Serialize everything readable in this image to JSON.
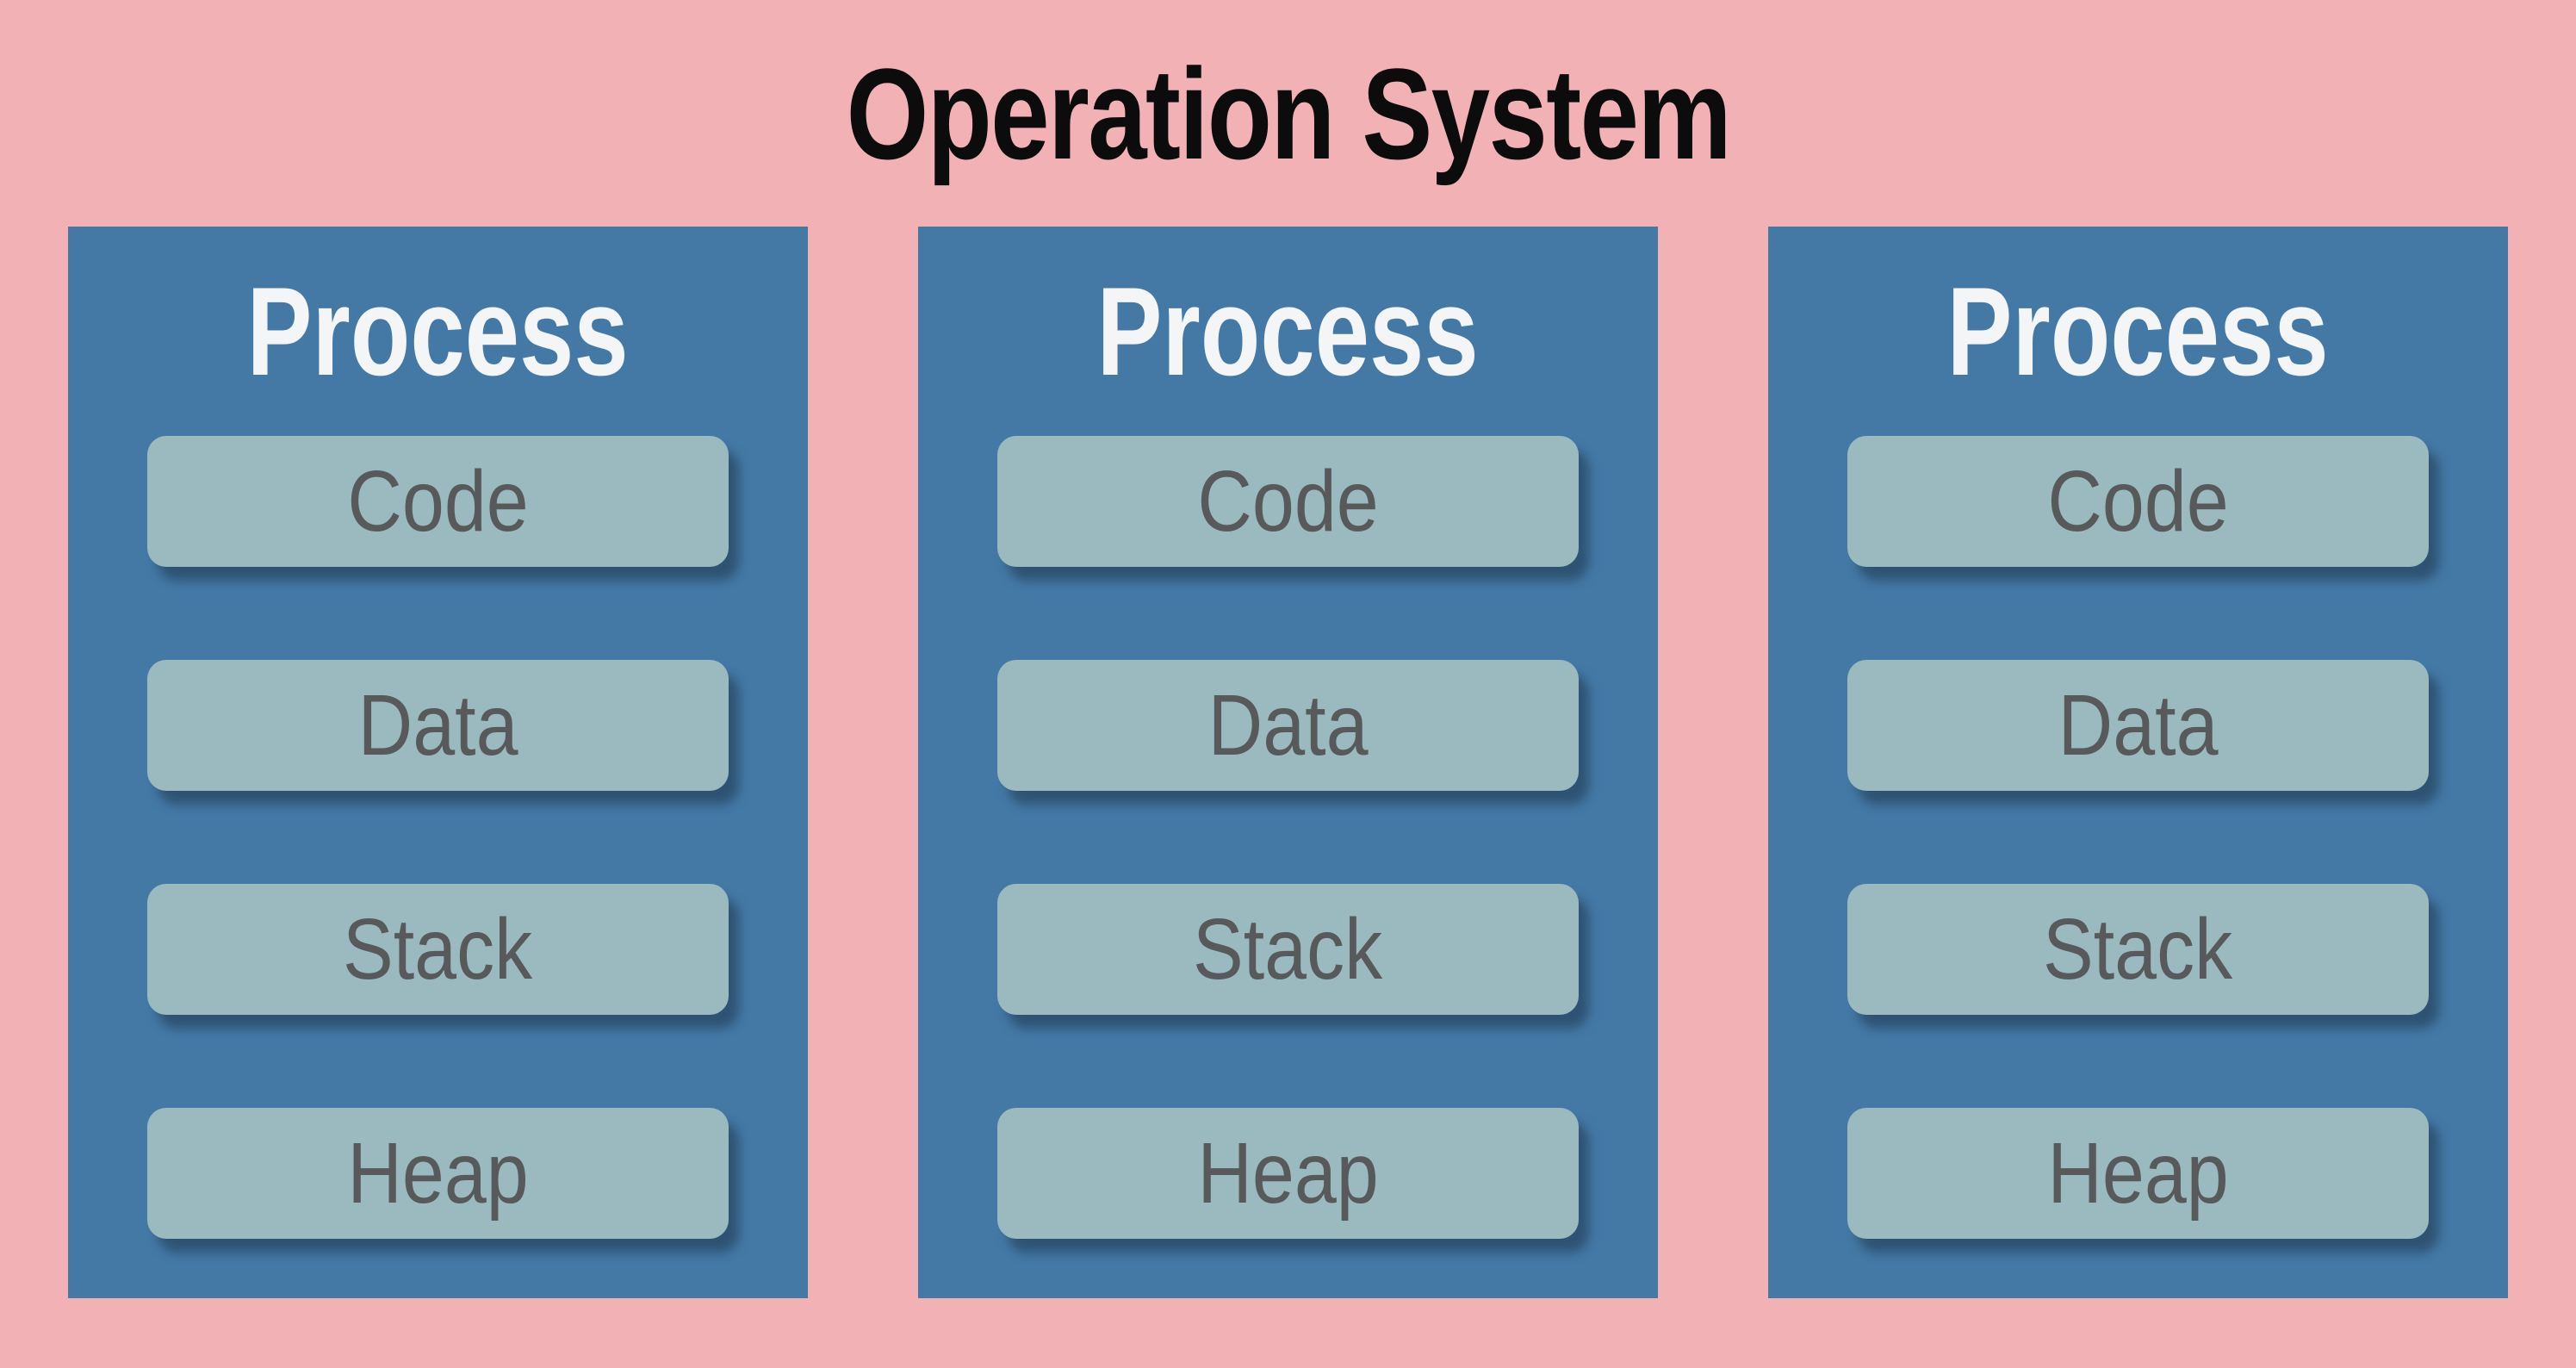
{
  "title": "Operation System",
  "processes": [
    {
      "title": "Process",
      "segments": [
        "Code",
        "Data",
        "Stack",
        "Heap"
      ]
    },
    {
      "title": "Process",
      "segments": [
        "Code",
        "Data",
        "Stack",
        "Heap"
      ]
    },
    {
      "title": "Process",
      "segments": [
        "Code",
        "Data",
        "Stack",
        "Heap"
      ]
    }
  ],
  "colors": {
    "background": "#f1b1b5",
    "process_card": "#4479a6",
    "segment_fill": "#9bbabf",
    "segment_shadow": "#192d41",
    "segment_text": "#58595a",
    "process_title_text": "#f3f5f6",
    "main_title_text": "#0c0c0c"
  }
}
